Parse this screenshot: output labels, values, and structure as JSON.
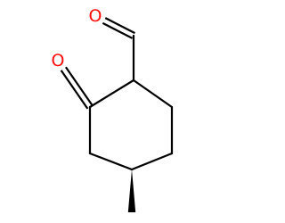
{
  "molecule": {
    "atoms": [
      {
        "id": "O1",
        "symbol": "O",
        "show_label": true
      },
      {
        "id": "O2",
        "symbol": "O",
        "show_label": true
      },
      {
        "id": "C_ald",
        "symbol": "C",
        "show_label": false
      },
      {
        "id": "C1",
        "symbol": "C",
        "show_label": false
      },
      {
        "id": "C2",
        "symbol": "C",
        "show_label": false
      },
      {
        "id": "C3",
        "symbol": "C",
        "show_label": false
      },
      {
        "id": "C4",
        "symbol": "C",
        "show_label": false
      },
      {
        "id": "C5",
        "symbol": "C",
        "show_label": false
      },
      {
        "id": "C6",
        "symbol": "C",
        "show_label": false
      },
      {
        "id": "C_me",
        "symbol": "C",
        "show_label": false
      }
    ],
    "bonds": [
      {
        "id": "b-ald-o",
        "from": "C_ald",
        "to": "O1",
        "order": 2,
        "style": "plain"
      },
      {
        "id": "b-ald-c1",
        "from": "C_ald",
        "to": "C1",
        "order": 1,
        "style": "plain"
      },
      {
        "id": "b-c1-c2",
        "from": "C1",
        "to": "C2",
        "order": 1,
        "style": "plain"
      },
      {
        "id": "b-c2-o",
        "from": "C2",
        "to": "O2",
        "order": 2,
        "style": "plain"
      },
      {
        "id": "b-c2-c3",
        "from": "C2",
        "to": "C3",
        "order": 1,
        "style": "plain"
      },
      {
        "id": "b-c3-c4",
        "from": "C3",
        "to": "C4",
        "order": 1,
        "style": "plain"
      },
      {
        "id": "b-c4-c5",
        "from": "C4",
        "to": "C5",
        "order": 1,
        "style": "plain"
      },
      {
        "id": "b-c5-c6",
        "from": "C5",
        "to": "C6",
        "order": 1,
        "style": "plain"
      },
      {
        "id": "b-c6-c1",
        "from": "C6",
        "to": "C1",
        "order": 1,
        "style": "plain"
      },
      {
        "id": "b-c4-me",
        "from": "C4",
        "to": "C_me",
        "order": 1,
        "style": "wedge"
      }
    ],
    "colors": {
      "oxygen": "#ff0d0d",
      "bond": "#000000",
      "background": "#ffffff"
    }
  }
}
